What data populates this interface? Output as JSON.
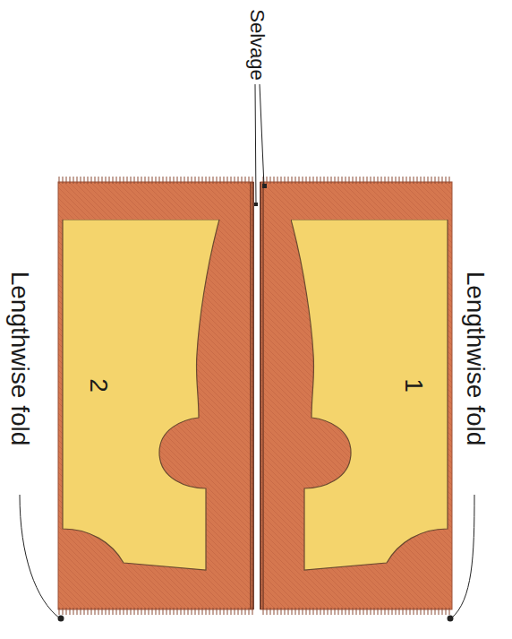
{
  "diagram": {
    "nodes": [
      {
        "text": [
          "1"
        ]
      },
      {
        "text": [
          "2"
        ]
      }
    ],
    "labels": [
      "Selvage",
      "Lengthwise fold",
      "Lengthwise fold"
    ]
  }
}
